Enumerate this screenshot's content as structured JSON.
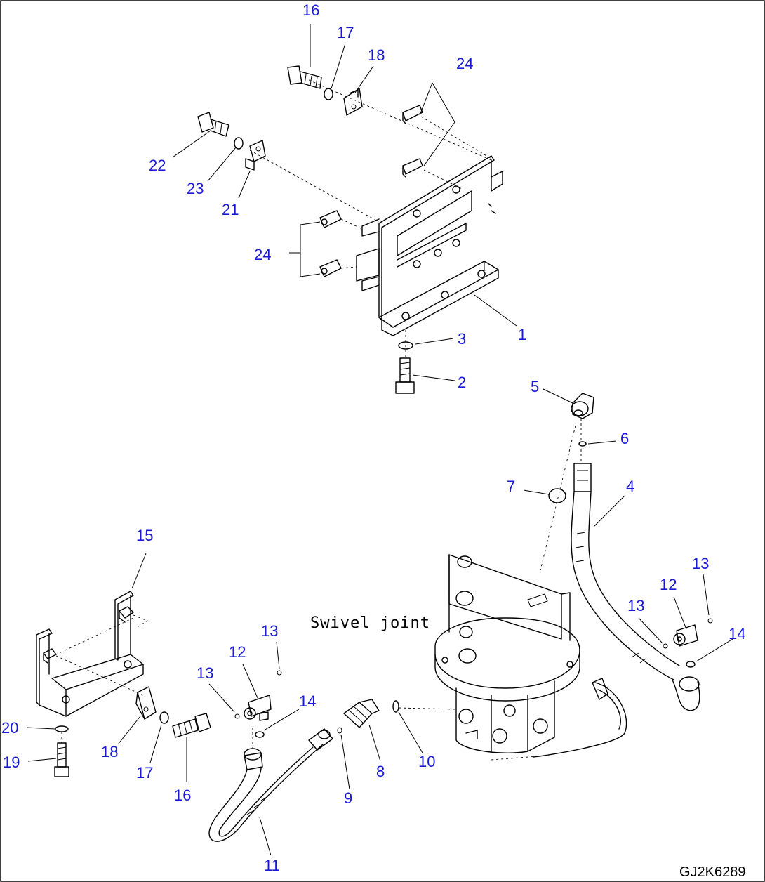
{
  "drawing": {
    "component_label": "Swivel joint",
    "drawing_code": "GJ2K6289",
    "colors": {
      "callout": "#1a1ad6",
      "linework": "#000000",
      "background": "#ffffff"
    }
  },
  "callouts": [
    {
      "id": "c16a",
      "text": "16"
    },
    {
      "id": "c17a",
      "text": "17"
    },
    {
      "id": "c18a",
      "text": "18"
    },
    {
      "id": "c24a",
      "text": "24"
    },
    {
      "id": "c22",
      "text": "22"
    },
    {
      "id": "c23",
      "text": "23"
    },
    {
      "id": "c21",
      "text": "21"
    },
    {
      "id": "c24b",
      "text": "24"
    },
    {
      "id": "c1",
      "text": "1"
    },
    {
      "id": "c3",
      "text": "3"
    },
    {
      "id": "c2",
      "text": "2"
    },
    {
      "id": "c5",
      "text": "5"
    },
    {
      "id": "c6",
      "text": "6"
    },
    {
      "id": "c7",
      "text": "7"
    },
    {
      "id": "c4",
      "text": "4"
    },
    {
      "id": "c13a",
      "text": "13"
    },
    {
      "id": "c12a",
      "text": "12"
    },
    {
      "id": "c13b",
      "text": "13"
    },
    {
      "id": "c14a",
      "text": "14"
    },
    {
      "id": "c15",
      "text": "15"
    },
    {
      "id": "c13c",
      "text": "13"
    },
    {
      "id": "c12b",
      "text": "12"
    },
    {
      "id": "c13d",
      "text": "13"
    },
    {
      "id": "c14b",
      "text": "14"
    },
    {
      "id": "c20",
      "text": "20"
    },
    {
      "id": "c19",
      "text": "19"
    },
    {
      "id": "c18b",
      "text": "18"
    },
    {
      "id": "c17b",
      "text": "17"
    },
    {
      "id": "c16b",
      "text": "16"
    },
    {
      "id": "c9",
      "text": "9"
    },
    {
      "id": "c8",
      "text": "8"
    },
    {
      "id": "c10",
      "text": "10"
    },
    {
      "id": "c11",
      "text": "11"
    }
  ]
}
